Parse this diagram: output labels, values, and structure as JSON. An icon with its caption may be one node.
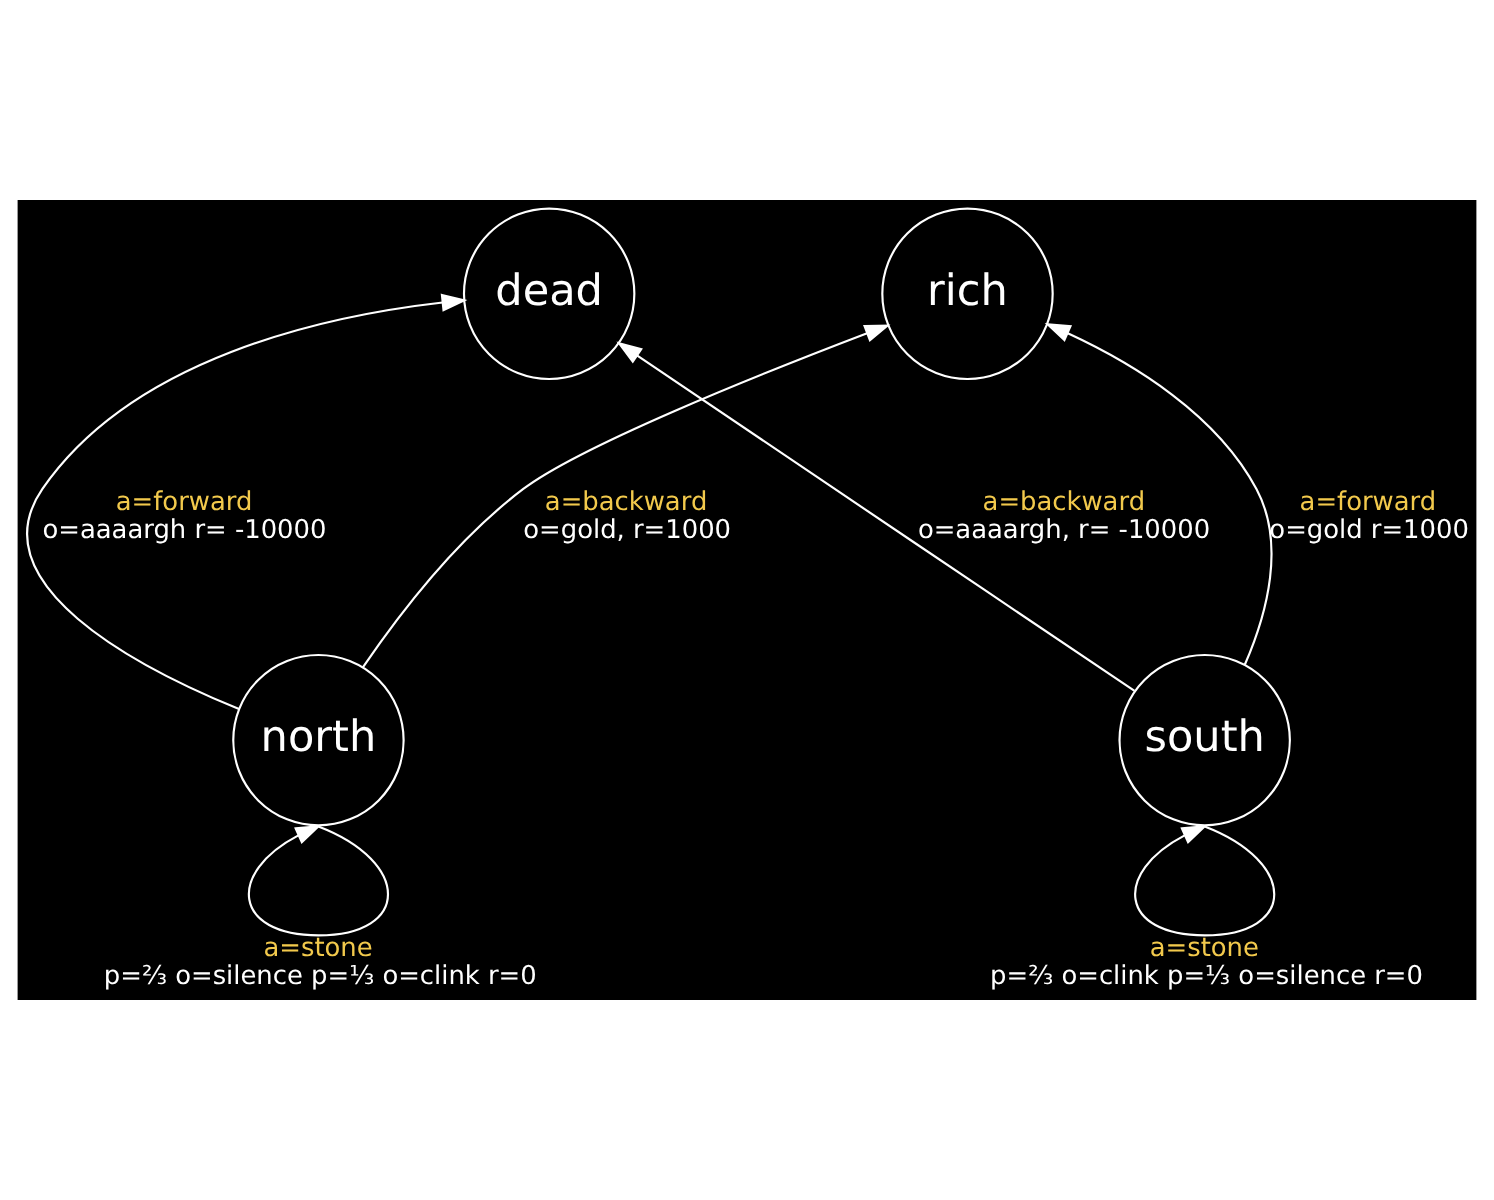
{
  "diagram": {
    "nodes": [
      {
        "text": [
          "dead"
        ]
      },
      {
        "text": [
          "rich"
        ]
      },
      {
        "text": [
          "north"
        ]
      },
      {
        "text": [
          "south"
        ]
      }
    ],
    "edges": [
      {
        "from": 3,
        "to": 0,
        "arrow": "to",
        "label": "a=backward o=aaaargh, r= -10000"
      },
      {
        "from": 2,
        "to": 1,
        "arrow": "to",
        "label": "a=backward o=gold, r=1000"
      },
      {
        "from": 2,
        "to": 0,
        "arrow": "to",
        "label": "a=forward o=aaaargh r= -10000"
      },
      {
        "from": 3,
        "to": 1,
        "arrow": "to",
        "label": "a=forward o=gold r=1000"
      },
      {
        "from": 2,
        "to": 2,
        "arrow": "to",
        "label": "a=stone p=⅔ o=silence p=⅓ o=clink r=0"
      },
      {
        "from": 3,
        "to": 3,
        "arrow": "to",
        "label": "a=stone p=⅔ o=clink p=⅓ o=silence r=0"
      }
    ]
  }
}
